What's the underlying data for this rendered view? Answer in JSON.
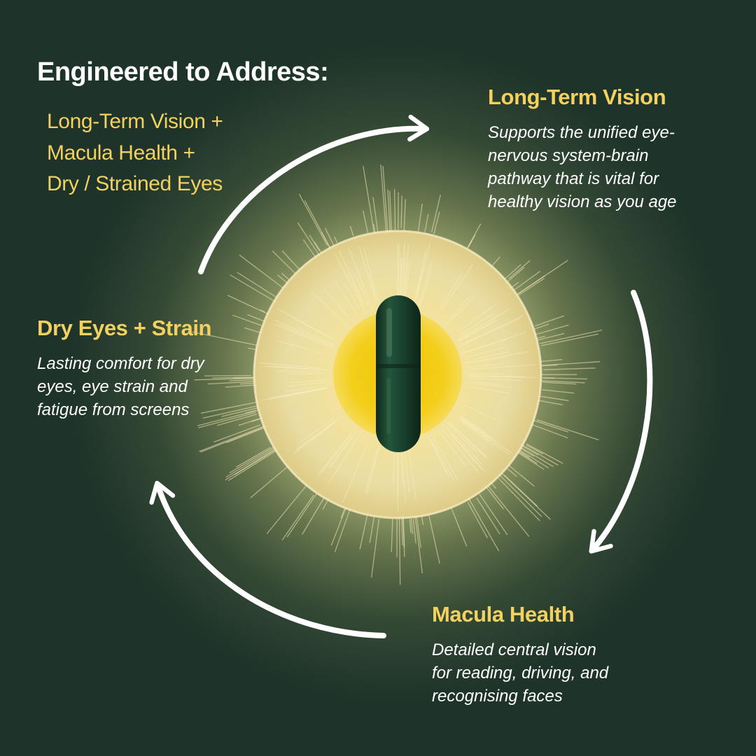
{
  "colors": {
    "background": "#1e3329",
    "accent_yellow": "#f3d160",
    "text_white": "#ffffff",
    "capsule_green": "#1f4a30"
  },
  "heading": "Engineered to Address:",
  "focus_areas": [
    "Long-Term Vision +",
    "Macula Health +",
    "Dry / Strained Eyes"
  ],
  "benefits": {
    "long_term_vision": {
      "title": "Long-Term Vision",
      "description": "Supports the unified eye-\nnervous system-brain\npathway that is vital for\nhealthy vision as you age"
    },
    "dry_eyes": {
      "title": "Dry Eyes + Strain",
      "description": "Lasting comfort for dry\neyes, eye strain and\nfatigue from screens"
    },
    "macula_health": {
      "title": "Macula Health",
      "description": "Detailed central vision\nfor reading, driving, and\nrecognising faces"
    }
  },
  "icons": {
    "cycle_arrows": "curved-arrow-icon",
    "product": "capsule-icon"
  }
}
